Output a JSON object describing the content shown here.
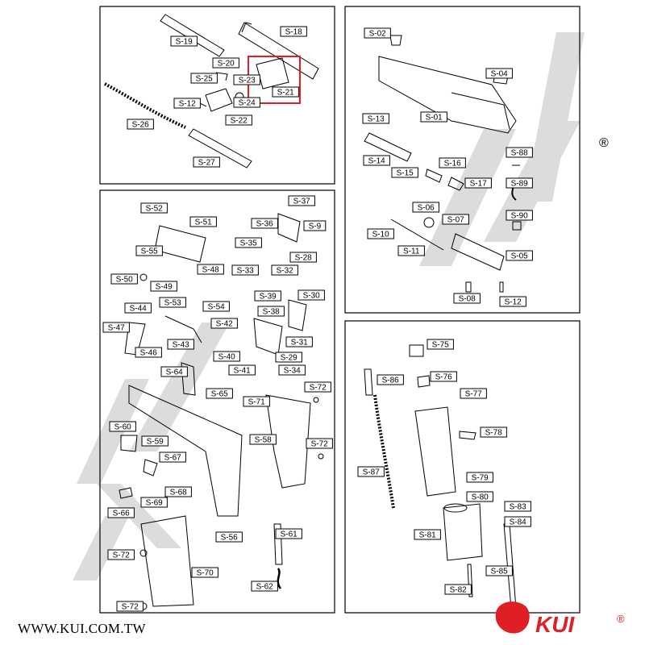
{
  "website": "WWW.KUI.COM.TW",
  "brand": "KUI",
  "registered_mark": "®",
  "highlight_color": "#e01e26",
  "watermark_color": "#d9d9d9",
  "logo_color": "#e01e26",
  "panels": [
    {
      "id": "barrel-group",
      "labels": [
        "S-18",
        "S-19",
        "S-20",
        "S-21",
        "S-22",
        "S-23",
        "S-24",
        "S-25",
        "S-26",
        "S-27",
        "S-12"
      ],
      "highlighted_part": "S-21"
    },
    {
      "id": "slide-group",
      "labels": [
        "S-01",
        "S-02",
        "S-04",
        "S-05",
        "S-06",
        "S-07",
        "S-08",
        "S-10",
        "S-11",
        "S-12",
        "S-13",
        "S-14",
        "S-15",
        "S-16",
        "S-17",
        "S-88",
        "S-89",
        "S-90"
      ]
    },
    {
      "id": "frame-group",
      "labels": [
        "S-9",
        "S-28",
        "S-29",
        "S-30",
        "S-31",
        "S-32",
        "S-33",
        "S-34",
        "S-35",
        "S-36",
        "S-37",
        "S-38",
        "S-39",
        "S-40",
        "S-41",
        "S-42",
        "S-43",
        "S-44",
        "S-46",
        "S-47",
        "S-48",
        "S-49",
        "S-50",
        "S-51",
        "S-52",
        "S-53",
        "S-54",
        "S-55",
        "S-56",
        "S-58",
        "S-59",
        "S-60",
        "S-61",
        "S-62",
        "S-64",
        "S-65",
        "S-66",
        "S-67",
        "S-68",
        "S-69",
        "S-70",
        "S-71",
        "S-72"
      ]
    },
    {
      "id": "magazine-group",
      "labels": [
        "S-75",
        "S-76",
        "S-77",
        "S-78",
        "S-79",
        "S-80",
        "S-81",
        "S-82",
        "S-83",
        "S-84",
        "S-85",
        "S-86",
        "S-87"
      ]
    }
  ]
}
